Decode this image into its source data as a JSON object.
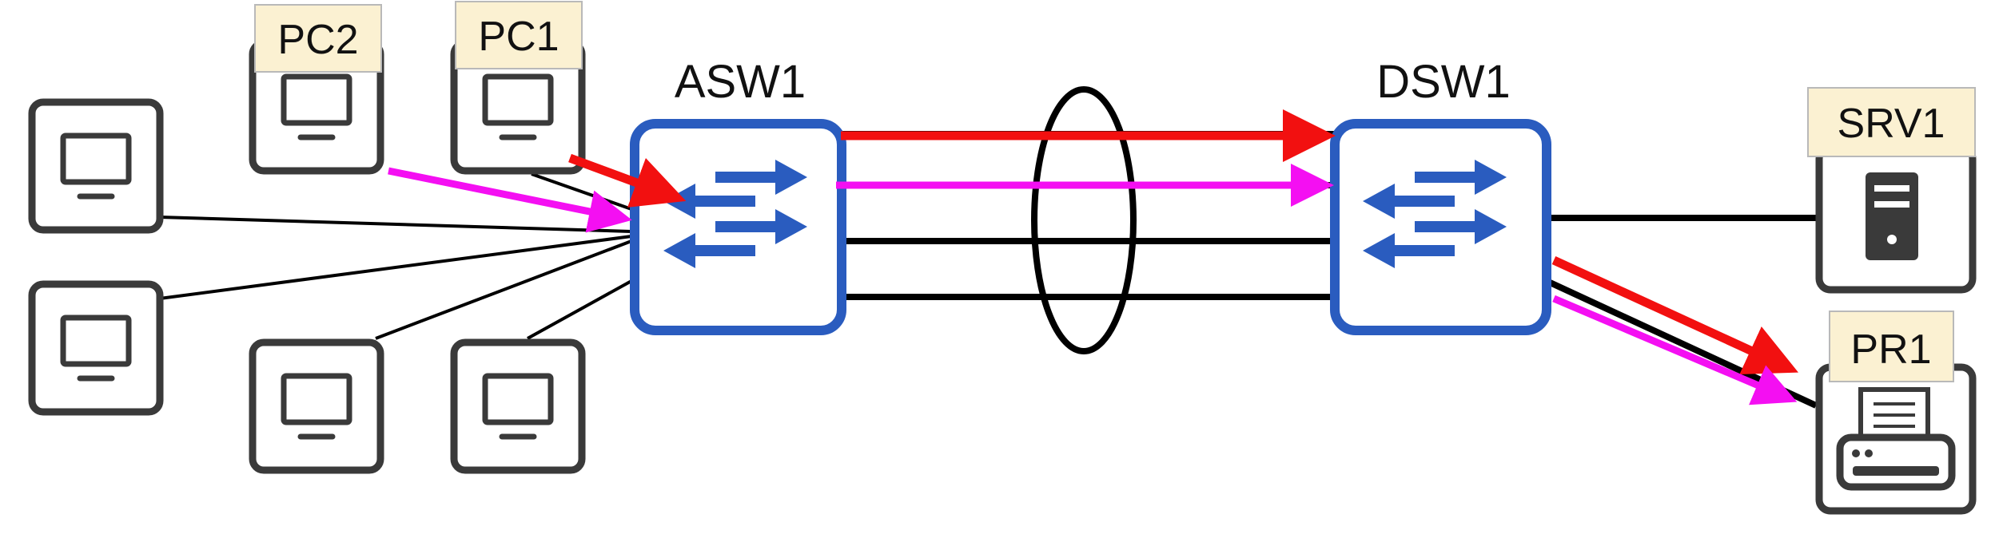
{
  "devices": {
    "pc1": {
      "label": "PC1"
    },
    "pc2": {
      "label": "PC2"
    },
    "asw1": {
      "label": "ASW1"
    },
    "dsw1": {
      "label": "DSW1"
    },
    "srv1": {
      "label": "SRV1"
    },
    "pr1": {
      "label": "PR1"
    }
  },
  "colors": {
    "switch_blue": "#2a5cbf",
    "device_border": "#3a3a3a",
    "label_bg": "#fbf1d2",
    "red_flow": "#f21010",
    "magenta_flow": "#f40ff2",
    "link_black": "#000000"
  },
  "icons": {
    "pc": "monitor-icon",
    "switch": "switch-arrows-icon",
    "server": "server-tower-icon",
    "printer": "printer-icon",
    "etherchannel": "etherchannel-ellipse"
  }
}
